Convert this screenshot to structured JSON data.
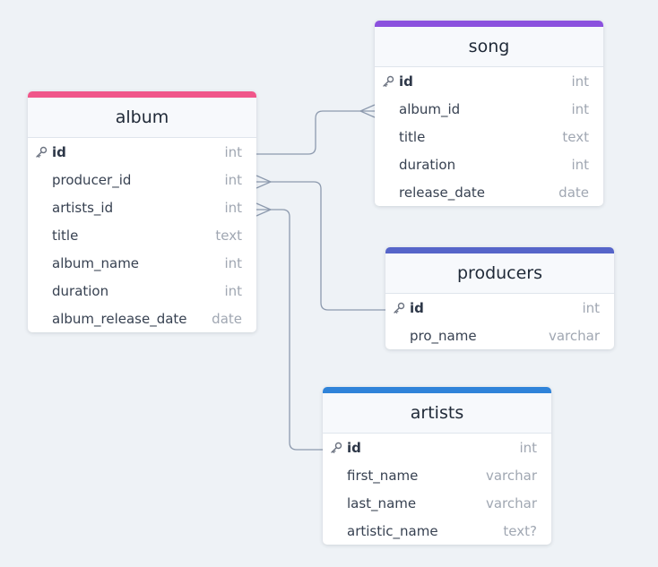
{
  "tables": [
    {
      "id": "album",
      "name": "album",
      "color": "#f0568a",
      "columns": [
        {
          "name": "id",
          "type": "int",
          "pk": true
        },
        {
          "name": "producer_id",
          "type": "int"
        },
        {
          "name": "artists_id",
          "type": "int"
        },
        {
          "name": "title",
          "type": "text"
        },
        {
          "name": "album_name",
          "type": "int"
        },
        {
          "name": "duration",
          "type": "int"
        },
        {
          "name": "album_release_date",
          "type": "date"
        }
      ]
    },
    {
      "id": "song",
      "name": "song",
      "color": "#8b51de",
      "columns": [
        {
          "name": "id",
          "type": "int",
          "pk": true
        },
        {
          "name": "album_id",
          "type": "int"
        },
        {
          "name": "title",
          "type": "text"
        },
        {
          "name": "duration",
          "type": "int"
        },
        {
          "name": "release_date",
          "type": "date"
        }
      ]
    },
    {
      "id": "producers",
      "name": "producers",
      "color": "#5665c9",
      "columns": [
        {
          "name": "id",
          "type": "int",
          "pk": true
        },
        {
          "name": "pro_name",
          "type": "varchar"
        }
      ]
    },
    {
      "id": "artists",
      "name": "artists",
      "color": "#2f83d9",
      "columns": [
        {
          "name": "id",
          "type": "int",
          "pk": true
        },
        {
          "name": "first_name",
          "type": "varchar"
        },
        {
          "name": "last_name",
          "type": "varchar"
        },
        {
          "name": "artistic_name",
          "type": "text?"
        }
      ]
    }
  ],
  "relations": [
    {
      "from": "album.id",
      "to": "song.album_id",
      "cardinality": "one-to-many"
    },
    {
      "from": "album.producer_id",
      "to": "producers.id",
      "cardinality": "many-to-one"
    },
    {
      "from": "album.artists_id",
      "to": "artists.id",
      "cardinality": "many-to-one"
    }
  ],
  "colors": {
    "connector": "#8d9aae"
  }
}
